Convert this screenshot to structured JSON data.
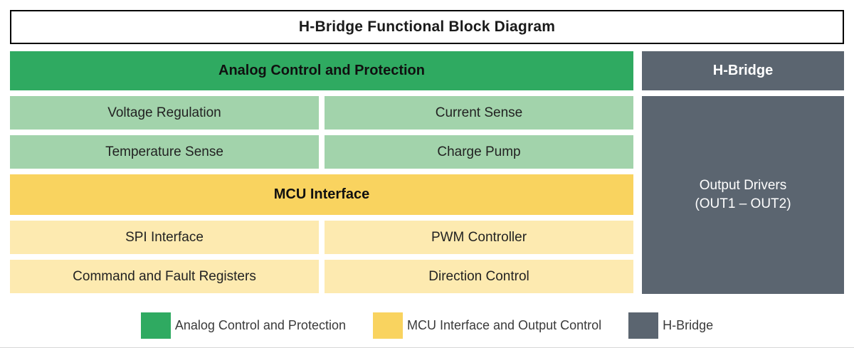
{
  "title": "H-Bridge Functional Block Diagram",
  "analog": {
    "header": "Analog Control and Protection",
    "cells": [
      "Voltage Regulation",
      "Current Sense",
      "Temperature Sense",
      "Charge Pump"
    ]
  },
  "mcu": {
    "header": "MCU Interface",
    "cells": [
      "SPI Interface",
      "PWM Controller",
      "Command and Fault Registers",
      "Direction Control"
    ]
  },
  "hbridge": {
    "header": "H-Bridge",
    "output_line1": "Output Drivers",
    "output_line2": "(OUT1 – OUT2)"
  },
  "legend": {
    "items": [
      {
        "label": "Analog Control and Protection",
        "color": "#2faa61"
      },
      {
        "label": "MCU Interface and Output Control",
        "color": "#f9d35f"
      },
      {
        "label": "H-Bridge",
        "color": "#5b6570"
      }
    ]
  },
  "colors": {
    "analog_header": "#2faa61",
    "analog_cell": "#a2d3ab",
    "mcu_header": "#f9d35f",
    "mcu_cell": "#fdeab0",
    "hbridge_block": "#5b6570"
  }
}
